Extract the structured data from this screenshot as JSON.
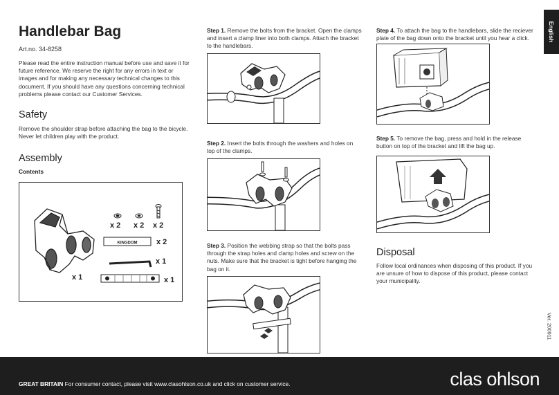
{
  "title": "Handlebar Bag",
  "art_no": "Art.no. 34-8258",
  "intro": "Please read the entire instruction manual before use and save it for future reference. We reserve the right for any errors in text or images and for making any necessary technical changes to this document. If you should have any questions concerning technical problems please contact our Customer Services.",
  "safety": {
    "heading": "Safety",
    "text": "Remove the shoulder strap before attaching the bag to the bicycle. Never let children play with the product."
  },
  "assembly": {
    "heading": "Assembly",
    "contents_label": "Contents",
    "parts": {
      "bracket_qty": "x 1",
      "nut_qty": "x 2",
      "washer_qty": "x 2",
      "bolt_qty": "x 2",
      "liner_qty": "x 2",
      "liner_text": "KINGDOM",
      "allen_key_qty": "x 1",
      "strap_qty": "x 1"
    }
  },
  "steps": [
    {
      "label": "Step 1.",
      "text": "Remove the bolts from the bracket. Open the clamps and insert a clamp liner into both clamps. Attach the bracket to the handlebars."
    },
    {
      "label": "Step 2.",
      "text": "Insert the bolts through the washers and holes on top of the clamps."
    },
    {
      "label": "Step 3.",
      "text": "Position the webbing strap so that the bolts pass through the strap holes and clamp holes and screw on the nuts. Make sure that the bracket is tight before hanging the bag on it."
    },
    {
      "label": "Step 4.",
      "text": "To attach the bag to the handlebars, slide the reciever plate of the bag down onto the bracket until you hear a click."
    },
    {
      "label": "Step 5.",
      "text": "To remove the bag, press and hold in the release button on top of the bracket and lift the bag up."
    }
  ],
  "disposal": {
    "heading": "Disposal",
    "text": "Follow local ordinances when disposing of this product. If you are unsure of how to dispose of this product, please contact your municipality."
  },
  "language_tab": "English",
  "version": "Ver. 200911",
  "footer": {
    "country": "GREAT BRITAIN",
    "contact": " For consumer contact, please visit www.clasohlson.co.uk and click on customer service.",
    "logo": "clas ohlson"
  }
}
